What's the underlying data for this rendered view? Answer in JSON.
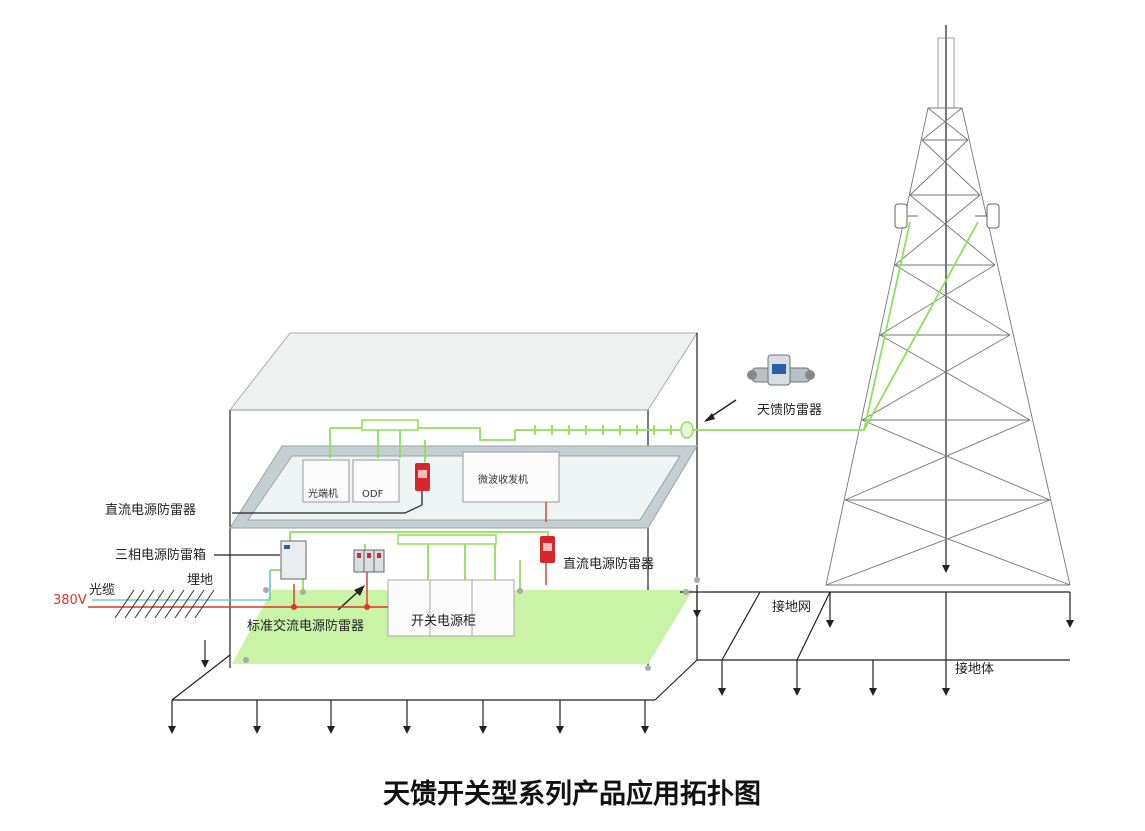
{
  "title": "天馈开关型系列产品应用拓扑图",
  "labels": {
    "antenna_feeder_protector": "天馈防雷器",
    "dc_protector_left": "直流电源防雷器",
    "dc_protector_right": "直流电源防雷器",
    "three_phase_box": "三相电源防雷箱",
    "optical_cable": "光缆",
    "buried": "埋地",
    "voltage_380": "380V",
    "standard_ac_protector": "标准交流电源防雷器",
    "switch_power_cabinet": "开关电源柜",
    "grounding_grid": "接地网",
    "grounding_body": "接地体",
    "optical_terminal": "光端机",
    "odf": "ODF",
    "microwave_transceiver": "微波收发机"
  },
  "colors": {
    "green_line": "#8fe05a",
    "red_line": "#e0352b",
    "floor": "#c9f3a6",
    "shelf": "#c5cfd2",
    "protector_red": "#d9262a"
  }
}
